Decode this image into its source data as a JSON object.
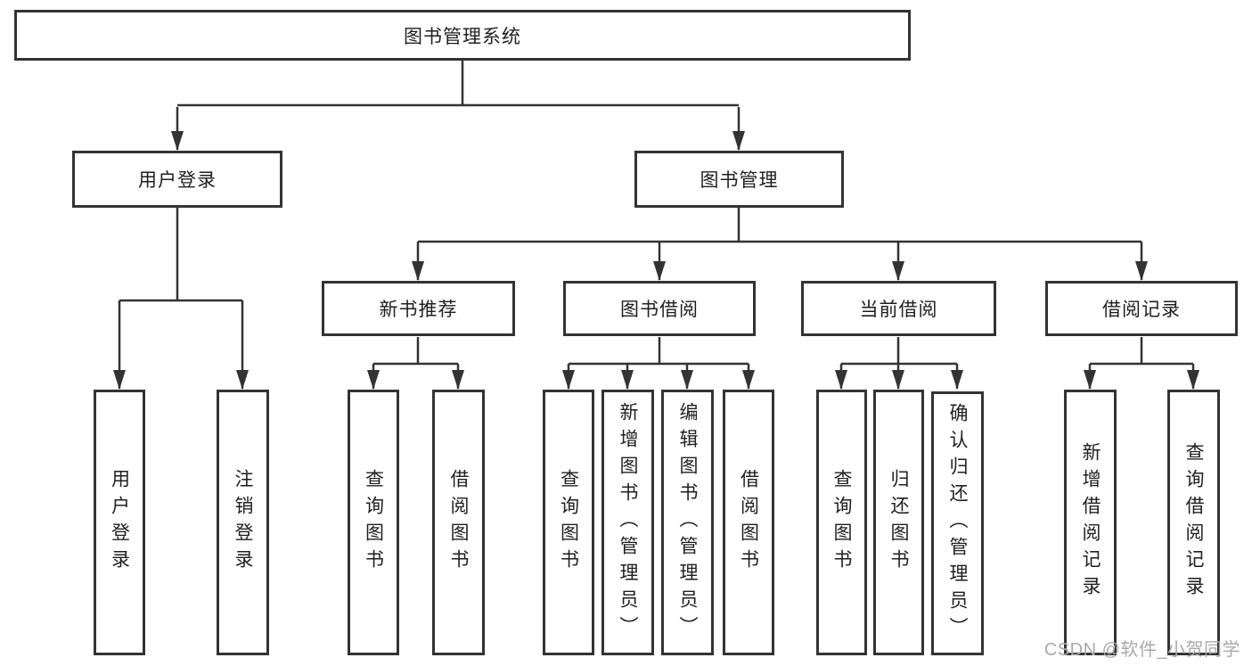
{
  "watermark": "CSDN @软件_小贺同学",
  "colors": {
    "line": "#333333",
    "text": "#1f1f1f",
    "watermark": "#a9a9a9",
    "background": "#ffffff"
  },
  "tree": {
    "label": "图书管理系统",
    "children": [
      {
        "label": "用户登录",
        "children": [
          {
            "label": "用户登录"
          },
          {
            "label": "注销登录"
          }
        ]
      },
      {
        "label": "图书管理",
        "children": [
          {
            "label": "新书推荐",
            "children": [
              {
                "label": "查询图书"
              },
              {
                "label": "借阅图书"
              }
            ]
          },
          {
            "label": "图书借阅",
            "children": [
              {
                "label": "查询图书"
              },
              {
                "label": "新增图书（管理员）"
              },
              {
                "label": "编辑图书（管理员）"
              },
              {
                "label": "借阅图书"
              }
            ]
          },
          {
            "label": "当前借阅",
            "children": [
              {
                "label": "查询图书"
              },
              {
                "label": "归还图书"
              },
              {
                "label": "确认归还（管理员）"
              }
            ]
          },
          {
            "label": "借阅记录",
            "children": [
              {
                "label": "新增借阅记录"
              },
              {
                "label": "查询借阅记录"
              }
            ]
          }
        ]
      }
    ]
  }
}
